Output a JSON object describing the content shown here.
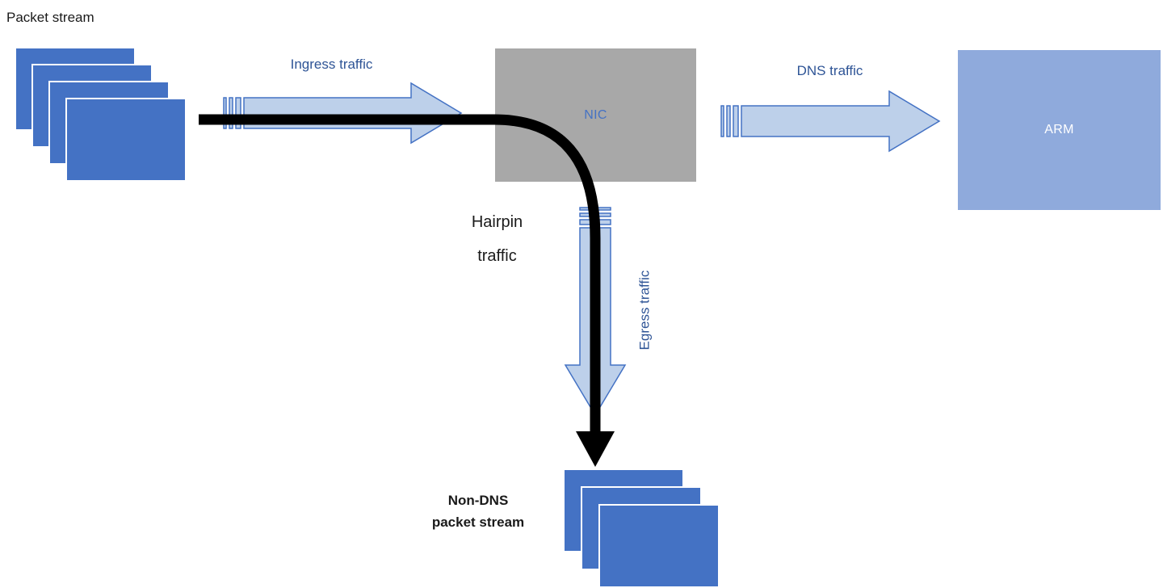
{
  "labels": {
    "packet_stream": "Packet stream",
    "ingress_traffic": "Ingress traffic",
    "dns_traffic": "DNS traffic",
    "hairpin_line1": "Hairpin",
    "hairpin_line2": "traffic",
    "egress_traffic": "Egress traffic",
    "non_dns_line1": "Non-DNS",
    "non_dns_line2": "packet stream"
  },
  "nodes": {
    "nic_label": "NIC",
    "arm_label": "ARM"
  },
  "colors": {
    "card_fill": "#4472C4",
    "card_edge": "#FFFFFF",
    "arrow_fill": "#BDD0EA",
    "arrow_stroke": "#4472C4",
    "nic_fill": "#A8A8A8",
    "nic_text": "#4472C4",
    "arm_fill": "#8FAADC",
    "arm_text": "#FFFFFF",
    "label_blue": "#2E5496",
    "text_dark": "#1A1A1A",
    "hairpin": "#000000"
  }
}
